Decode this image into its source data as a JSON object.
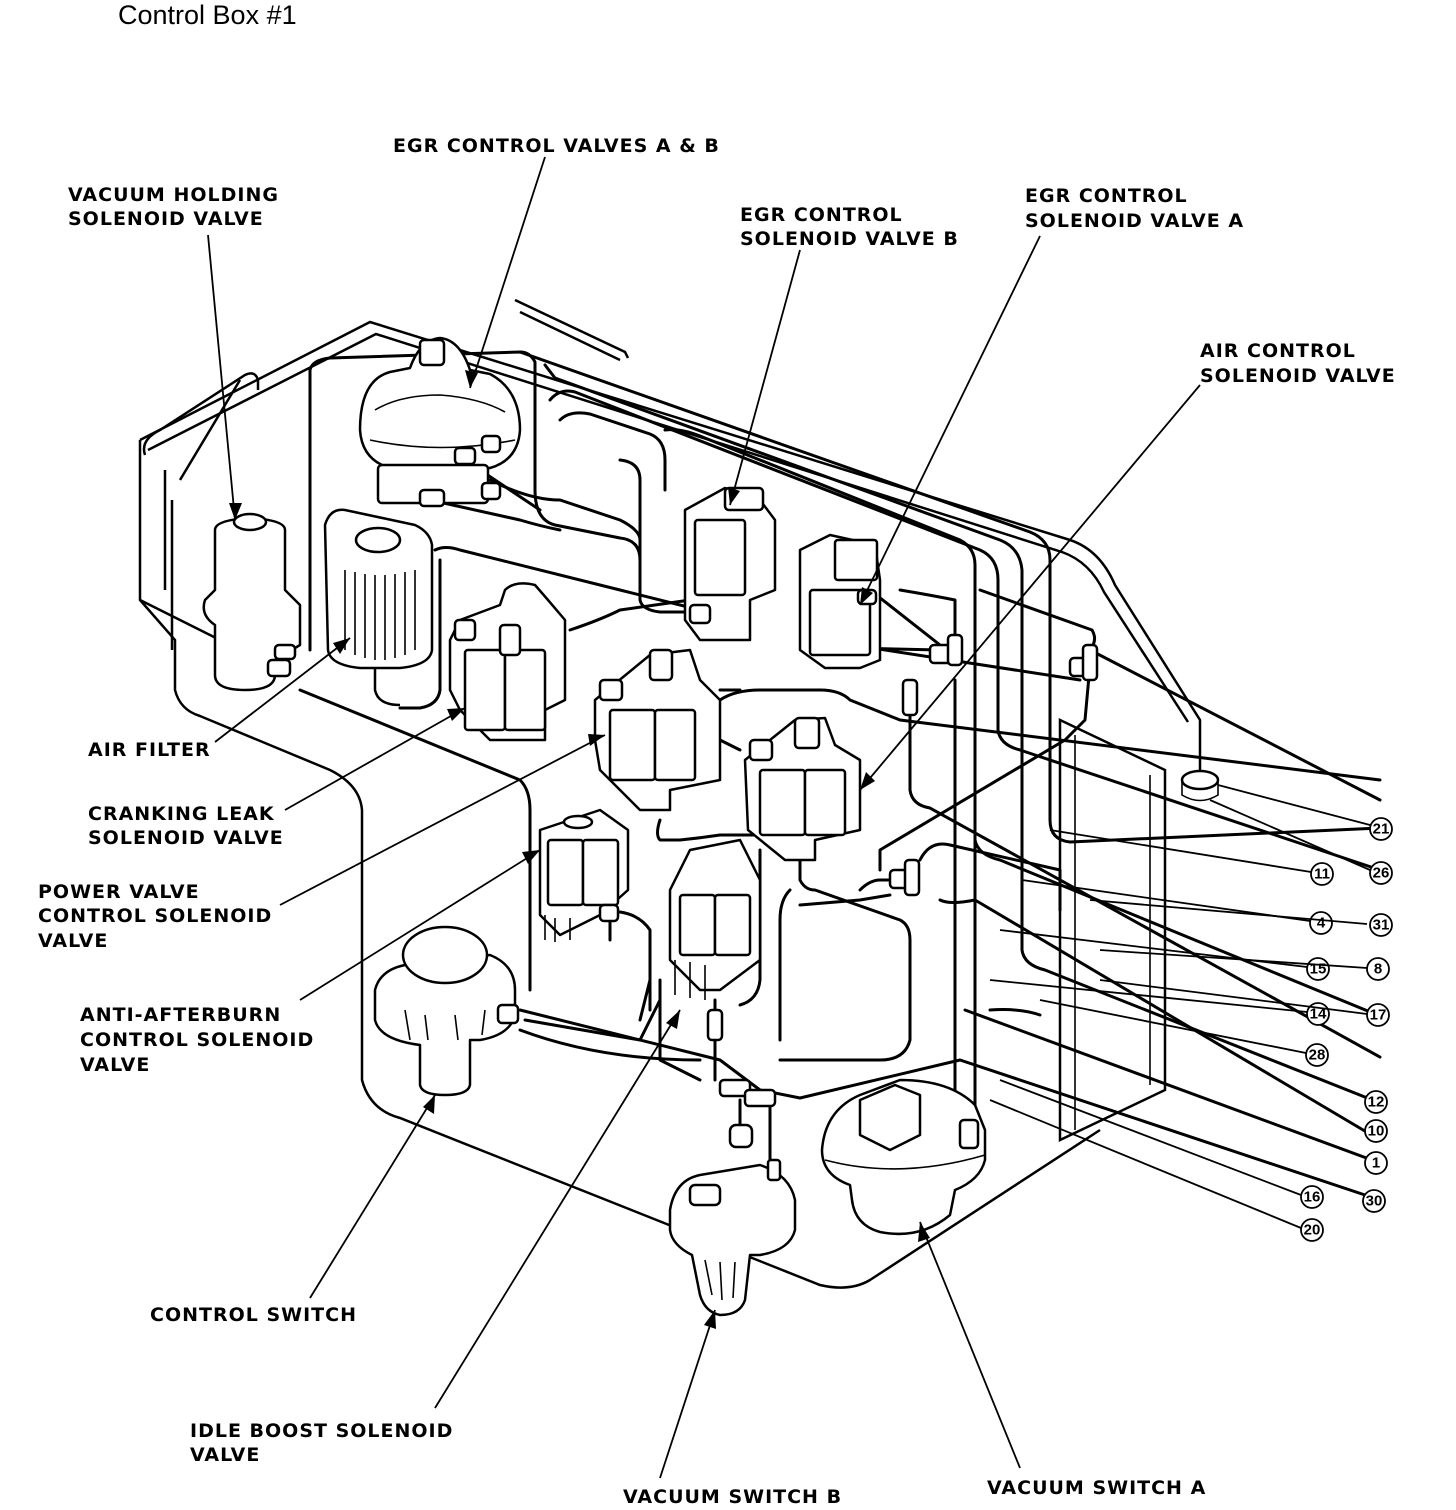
{
  "title": "Control Box #1",
  "components": {
    "egr_control_valves": [
      "EGR CONTROL VALVES A & B"
    ],
    "vacuum_holding": [
      "VACUUM HOLDING",
      "SOLENOID VALVE"
    ],
    "egr_solenoid_b": [
      "EGR CONTROL",
      "SOLENOID VALVE B"
    ],
    "egr_solenoid_a": [
      "EGR CONTROL",
      "SOLENOID VALVE A"
    ],
    "air_control": [
      "AIR CONTROL",
      "SOLENOID VALVE"
    ],
    "air_filter": [
      "AIR FILTER"
    ],
    "cranking_leak": [
      "CRANKING LEAK",
      "SOLENOID VALVE"
    ],
    "power_valve": [
      "POWER VALVE",
      "CONTROL SOLENOID",
      "VALVE"
    ],
    "anti_afterburn": [
      "ANTI-AFTERBURN",
      "CONTROL SOLENOID",
      "VALVE"
    ],
    "control_switch": [
      "CONTROL SWITCH"
    ],
    "idle_boost": [
      "IDLE BOOST SOLENOID",
      "VALVE"
    ],
    "vacuum_switch_b": [
      "VACUUM SWITCH B"
    ],
    "vacuum_switch_a": [
      "VACUUM SWITCH A"
    ]
  },
  "hose_numbers": [
    "21",
    "26",
    "11",
    "31",
    "4",
    "8",
    "15",
    "17",
    "14",
    "28",
    "12",
    "10",
    "1",
    "30",
    "16",
    "20"
  ]
}
